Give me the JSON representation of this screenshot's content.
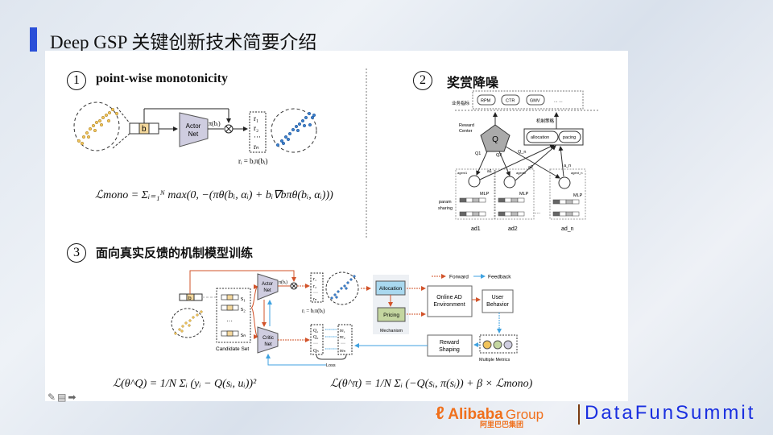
{
  "header": {
    "title": "Deep GSP 关键创新技术简要介绍"
  },
  "section1": {
    "number": "1",
    "title": "point-wise monotonicity",
    "diagram": {
      "b": "b",
      "actor_line1": "Actor",
      "actor_line2": "Net",
      "pi": "π(bᵢ)",
      "r1": "r₁",
      "r2": "r₂",
      "dots": "···",
      "rn": "rₙ",
      "ri_eq": "rᵢ = bᵢπ(bᵢ)"
    },
    "formula": "ℒmono = Σᵢ₌₁ᴺ max(0, −(πθ(bᵢ, αᵢ) + bᵢ∇bπθ(bᵢ, αᵢ)))"
  },
  "section2": {
    "number": "2",
    "title": "奖赏降噪",
    "diagram": {
      "biz_label": "业务指标",
      "metrics": [
        "RPM",
        "CTR",
        "GMV",
        "... ..."
      ],
      "reward_center_1": "Reward",
      "reward_center_2": "Center",
      "q": "Q",
      "mech_label": "机制策略",
      "allocation": "allocation",
      "pacing": "pacing",
      "q1": "Q1",
      "q2": "Q2",
      "qn": "Q_n",
      "a1": "a1",
      "a2": "a2",
      "an": "a_n",
      "agent1": "agent1",
      "agent2": "agent2",
      "agentn": "agent_n",
      "mlp": "MLP",
      "param1": "param",
      "param2": "sharing",
      "ellipsis": "......",
      "ads": [
        "ad1",
        "ad2",
        "ad_n"
      ]
    }
  },
  "section3": {
    "number": "3",
    "title": "面向真实反馈的机制模型训练",
    "diagram": {
      "b": "b",
      "actor_line1": "Actor",
      "actor_line2": "Net",
      "critic_line1": "Critic",
      "critic_line2": "Net",
      "s1": "s₁",
      "s2": "s₂",
      "sn": "sₙ",
      "dots": "···",
      "candidate_set": "Candidate Set",
      "pi": "π(bᵢ)",
      "r1": "r₁",
      "r2": "r₂",
      "rn": "rₙ",
      "ri_eq": "rᵢ = bᵢπ(bᵢ)",
      "q1": "Q₁",
      "q2": "Q₂",
      "qn": "Qₙ",
      "re1": "re₁",
      "re2": "re₂",
      "ren": "reₙ",
      "loss": "Loss",
      "allocation": "Allocation",
      "pricing": "Pricing",
      "mechanism": "Mechanism",
      "online_ad_1": "Online AD",
      "online_ad_2": "Environment",
      "user_1": "User",
      "user_2": "Behavior",
      "reward_1": "Reward",
      "reward_2": "Shaping",
      "multiple_metrics": "Multiple Metrics",
      "legend_forward": "Forward",
      "legend_feedback": "Feedback"
    },
    "formula_critic": "ℒ(θ^Q) = 1/N Σᵢ (yᵢ − Q(sᵢ, uᵢ))²",
    "formula_actor": "ℒ(θ^π) = 1/N Σᵢ (−Q(sᵢ, π(sᵢ)) + β × ℒmono)"
  },
  "toolbar": {
    "icons": [
      "pencil-icon",
      "note-icon",
      "arrow-right-icon"
    ],
    "glyphs": "✎▤➡"
  },
  "footer": {
    "alibaba_en": "Alibaba",
    "alibaba_group": "Group",
    "alibaba_cn": "阿里巴巴集团",
    "datafun": "DataFunSummit"
  },
  "colors": {
    "accent_blue": "#2a4fd8",
    "forward": "#d2532a",
    "feedback": "#3fa2e0",
    "datafun": "#1a2fe0",
    "alibaba": "#f0701c"
  }
}
